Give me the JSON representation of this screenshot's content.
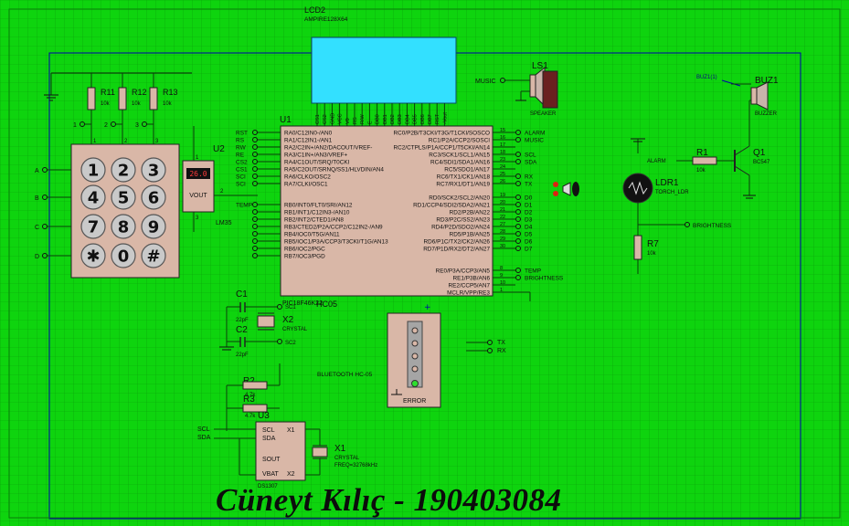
{
  "colors": {
    "background": "#0ed40e",
    "wire": "#0b3d0b",
    "chip_body": "#d9b7a7",
    "lcd": "#33e0ff",
    "border": "#0000aa"
  },
  "lcd": {
    "ref": "LCD2",
    "part": "AMPIRE128X64",
    "pins": [
      "CS1",
      "CS2",
      "GND",
      "VCC",
      "V0",
      "RS",
      "R/W",
      "E",
      "DB0",
      "DB1",
      "DB2",
      "DB3",
      "DB4",
      "DB5",
      "DB6",
      "DB7",
      "RST",
      "-Vout"
    ]
  },
  "keypad": {
    "rows": [
      "A",
      "B",
      "C",
      "D"
    ],
    "cols": [
      "1",
      "2",
      "3"
    ],
    "keys": [
      "1",
      "2",
      "3",
      "4",
      "5",
      "6",
      "7",
      "8",
      "9",
      "✱",
      "0",
      "#"
    ]
  },
  "resistors": {
    "r11": {
      "ref": "R11",
      "val": "10k"
    },
    "r12": {
      "ref": "R12",
      "val": "10k"
    },
    "r13": {
      "ref": "R13",
      "val": "10k"
    },
    "r1": {
      "ref": "R1",
      "val": "10k"
    },
    "r7": {
      "ref": "R7",
      "val": "10k"
    },
    "r2": {
      "ref": "R2",
      "val": "4.7k"
    },
    "r3": {
      "ref": "R3",
      "val": "4.7k"
    }
  },
  "sensor": {
    "ref": "U2",
    "part": "LM35",
    "reading": "26.0",
    "vout": "VOUT",
    "pins": [
      "1",
      "2",
      "3"
    ]
  },
  "mcu": {
    "ref": "U1",
    "part": "PIC18F46K22",
    "left_pins": [
      "RA0/C12IN0-/AN0",
      "RA1/C12IN1-/AN1",
      "RA2/C2IN+/AN2/DACOUT/VREF-",
      "RA3/C1IN+/AN3/VREF+",
      "RA4/C1OUT/SRQ/T0CKI",
      "RA5/C2OUT/SRNQ/SS1/HLVDIN/AN4",
      "RA6/CLKO/OSC2",
      "RA7/CLKI/OSC1",
      "RB0/INT0/FLT0/SRI/AN12",
      "RB1/INT1/C12IN3-/AN10",
      "RB2/INT2/CTED1/AN8",
      "RB3/CTED2/P2A/CCP2/C12IN2-/AN9",
      "RB4/IOC0/T5G/AN11",
      "RB5/IOC1/P3A/CCP3/T3CKI/T1G/AN13",
      "RB6/IOC2/PGC",
      "RB7/IOC3/PGD"
    ],
    "left_nets": [
      "RST",
      "RS",
      "RW",
      "RE",
      "CS2",
      "CS1",
      "SCI",
      "SCI",
      "TEMP",
      "",
      "",
      "",
      "",
      "",
      "",
      ""
    ],
    "right_pins": [
      "RC0/P2B/T3CKI/T3G/T1CKI/SOSCO",
      "RC1/P2A/CCP2/SOSCI",
      "RC2/CTPLS/P1A/CCP1/T5CKI/AN14",
      "RC3/SCK1/SCL1/AN15",
      "RC4/SDI1/SDA1/AN16",
      "RC5/SDO1/AN17",
      "RC6/TX1/CK1/AN18",
      "RC7/RX1/DT1/AN19",
      "RD0/SCK2/SCL2/AN20",
      "RD1/CCP4/SDI2/SDA2/AN21",
      "RD2/P2B/AN22",
      "RD3/P2C/SS2/AN23",
      "RD4/P2D/SDO2/AN24",
      "RD5/P1B/AN25",
      "RD6/P1C/TX2/CK2/AN26",
      "RD7/P1D/RX2/DT2/AN27",
      "RE0/P3A/CCP3/AN5",
      "RE1/P3B/AN6",
      "RE2/CCP5/AN7",
      "MCLR/VPP/RE3"
    ],
    "right_nums": [
      "15",
      "16",
      "17",
      "18",
      "23",
      "24",
      "25",
      "26",
      "19",
      "20",
      "21",
      "22",
      "27",
      "28",
      "29",
      "30",
      "8",
      "9",
      "10",
      "1"
    ],
    "right_nets": [
      "ALARM",
      "MUSIC",
      "",
      "SCL",
      "SDA",
      "",
      "RX",
      "TX",
      "D0",
      "D1",
      "D2",
      "D3",
      "D4",
      "D5",
      "D6",
      "D7",
      "TEMP",
      "BRIGHTNESS",
      "",
      ""
    ]
  },
  "crystal_mcu": {
    "c1": "C1",
    "c1v": "22pF",
    "c2": "C2",
    "c2v": "22pF",
    "x2": "X2",
    "x2p": "CRYSTAL",
    "n1": "SC1",
    "n2": "SC2"
  },
  "bluetooth": {
    "ref": "HC05",
    "label": "BLUETOOTH HC-05",
    "status": "ERROR",
    "tx": "TX",
    "rx": "RX"
  },
  "rtc": {
    "ref": "U3",
    "part": "DS1307",
    "pins": [
      "SCL",
      "SDA",
      "SOUT",
      "VBAT",
      "X1",
      "X2"
    ],
    "scl": "SCL",
    "sda": "SDA"
  },
  "crystal_rtc": {
    "ref": "X1",
    "part": "CRYSTAL",
    "freq": "FREQ=32768kHz"
  },
  "speaker": {
    "ref": "LS1",
    "part": "SPEAKER",
    "net": "MUSIC"
  },
  "buzzer": {
    "ref": "BUZ1",
    "part": "BUZZER",
    "net": "BUZ1(1)"
  },
  "transistor": {
    "ref": "Q1",
    "part": "BC547",
    "net": "ALARM"
  },
  "ldr": {
    "ref": "LDR1",
    "part": "TORCH_LDR",
    "net": "BRIGHTNESS"
  },
  "author": "Cüneyt Kılıç - 190403084"
}
